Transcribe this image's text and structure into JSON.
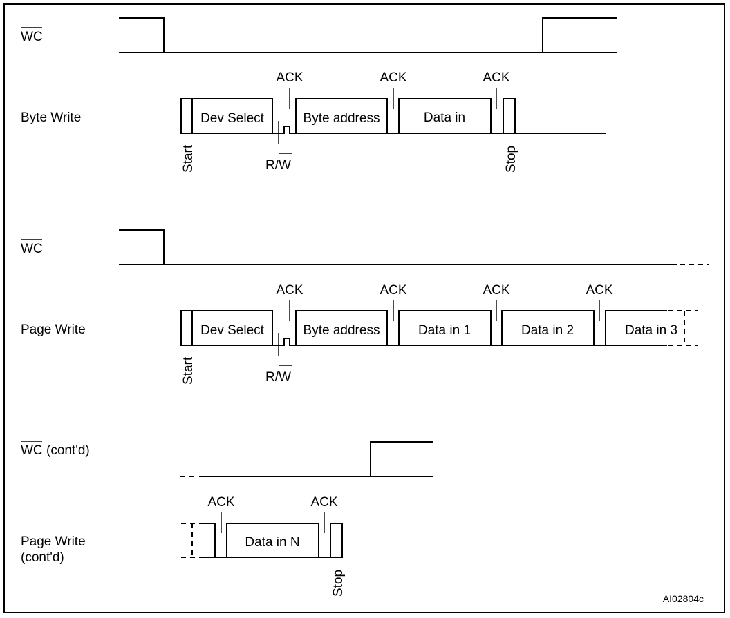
{
  "labels": {
    "wc": "WC",
    "wc_contd_suffix": "(cont'd)",
    "byte_write": "Byte Write",
    "page_write": "Page Write",
    "page_write_contd_line1": "Page Write",
    "page_write_contd_line2": "(cont'd)",
    "ack": "ACK",
    "start": "Start",
    "stop": "Stop",
    "r": "R/",
    "w": "W"
  },
  "fields": {
    "dev_select": "Dev Select",
    "byte_address": "Byte address",
    "data_in": "Data in",
    "data_in_1": "Data in 1",
    "data_in_2": "Data in 2",
    "data_in_3": "Data in 3",
    "data_in_n": "Data in N"
  },
  "reference": "AI02804c"
}
